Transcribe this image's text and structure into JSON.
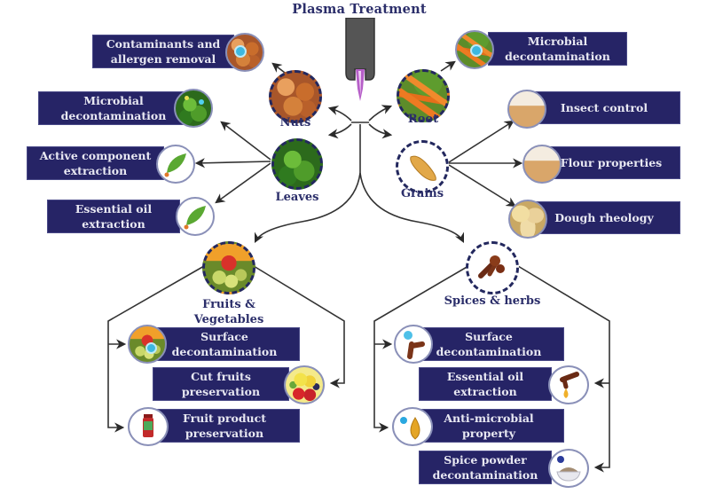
{
  "title": "Plasma Treatment",
  "colors": {
    "box_fill": "#262466",
    "box_text": "#e8e8f2",
    "hub_border": "#23285e",
    "label_text": "#2b2e6a",
    "plasma_jet": "#b65fc8",
    "nozzle": "#555555",
    "arrow": "#2a2a2a"
  },
  "categories": {
    "nuts": {
      "label": "Nuts",
      "icon": "almonds-icon",
      "applications": [
        {
          "label_lines": [
            "Contaminants and",
            "allergen removal"
          ],
          "icon": "almonds-with-microbe-icon"
        }
      ]
    },
    "leaves": {
      "label": "Leaves",
      "icon": "tea-leaves-icon",
      "applications": [
        {
          "label_lines": [
            "Microbial",
            "decontamination"
          ],
          "icon": "leaves-with-microbe-icon"
        },
        {
          "label_lines": [
            "Active component",
            "extraction"
          ],
          "icon": "leaf-drop-icon"
        },
        {
          "label_lines": [
            "Essential oil",
            "extraction"
          ],
          "icon": "leaf-drop-icon"
        }
      ]
    },
    "root": {
      "label": "Root",
      "icon": "carrots-icon",
      "applications": [
        {
          "label_lines": [
            "Microbial",
            "decontamination"
          ],
          "icon": "carrots-with-microbe-icon"
        }
      ]
    },
    "grains": {
      "label": "Grains",
      "icon": "grain-icon",
      "applications": [
        {
          "label_lines": [
            "Insect control"
          ],
          "icon": "flour-bowl-icon"
        },
        {
          "label_lines": [
            "Flour properties"
          ],
          "icon": "flour-bowl-icon"
        },
        {
          "label_lines": [
            "Dough rheology"
          ],
          "icon": "dough-icon"
        }
      ]
    },
    "fruits": {
      "label_lines": [
        "Fruits &",
        "Vegetables"
      ],
      "icon": "fruits-vegetables-icon",
      "applications": [
        {
          "label_lines": [
            "Surface",
            "decontamination"
          ],
          "icon": "fruits-with-microbe-icon"
        },
        {
          "label_lines": [
            "Cut fruits",
            "preservation"
          ],
          "icon": "cut-fruits-icon"
        },
        {
          "label_lines": [
            "Fruit product",
            "preservation"
          ],
          "icon": "jam-jar-icon"
        }
      ]
    },
    "spices": {
      "label": "Spices & herbs",
      "icon": "cloves-icon",
      "applications": [
        {
          "label_lines": [
            "Surface",
            "decontamination"
          ],
          "icon": "clove-with-microbe-icon"
        },
        {
          "label_lines": [
            "Essential oil",
            "extraction"
          ],
          "icon": "clove-oil-drop-icon"
        },
        {
          "label_lines": [
            "Anti-microbial",
            "property"
          ],
          "icon": "oil-drop-microbe-icon"
        },
        {
          "label_lines": [
            "Spice powder",
            "decontamination"
          ],
          "icon": "spice-powder-bowl-icon"
        }
      ]
    }
  }
}
